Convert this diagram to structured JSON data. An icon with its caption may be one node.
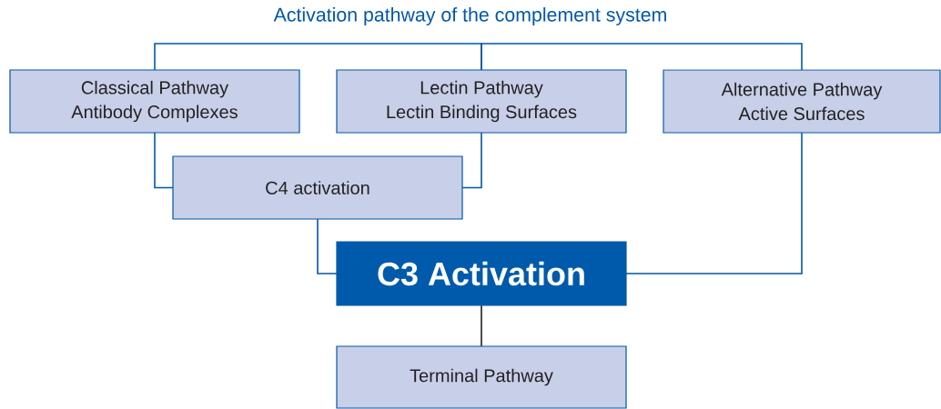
{
  "diagram": {
    "title": "Activation pathway of the complement system",
    "nodes": [
      {
        "text": [
          "Classical Pathway",
          "Antibody Complexes"
        ]
      },
      {
        "text": [
          "Lectin Pathway",
          "Lectin Binding Surfaces"
        ]
      },
      {
        "text": [
          "Alternative Pathway",
          "Active Surfaces"
        ]
      },
      {
        "text": [
          "C4 activation"
        ]
      },
      {
        "text": [
          "C3 Activation"
        ]
      },
      {
        "text": [
          "Terminal Pathway"
        ]
      }
    ],
    "edges": [
      {
        "from": 0,
        "to": 1,
        "arrow": "none"
      },
      {
        "from": 1,
        "to": 2,
        "arrow": "none"
      },
      {
        "from": 0,
        "to": 3,
        "arrow": "none"
      },
      {
        "from": 1,
        "to": 3,
        "arrow": "none"
      },
      {
        "from": 3,
        "to": 4,
        "arrow": "none"
      },
      {
        "from": 2,
        "to": 4,
        "arrow": "none"
      },
      {
        "from": 4,
        "to": 5,
        "arrow": "none",
        "color": "#222222"
      }
    ]
  }
}
